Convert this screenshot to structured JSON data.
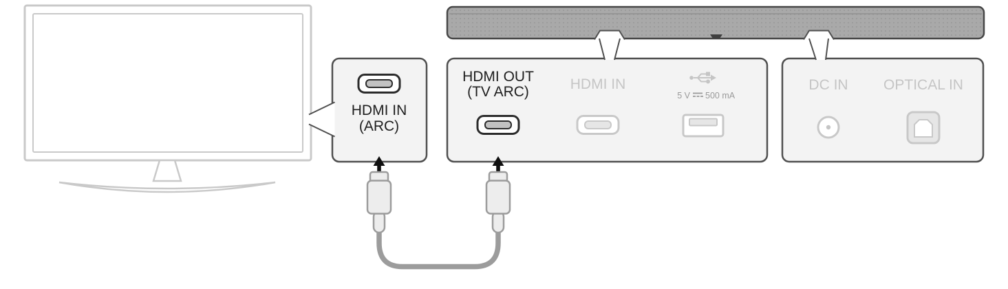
{
  "labels": {
    "tv_port": {
      "line1": "HDMI IN",
      "line2": "(ARC)"
    },
    "hdmi_out": {
      "line1": "HDMI OUT",
      "line2": "(TV ARC)"
    },
    "hdmi_in": "HDMI IN",
    "usb": {
      "voltage": "5 V",
      "current": "500 mA",
      "symbol": "direct-current"
    },
    "dc_in": "DC IN",
    "optical_in": "OPTICAL IN"
  },
  "icons": {
    "usb": "usb-trident-icon",
    "dc_symbol": "dc-voltage-icon",
    "arrow": "up-arrow-icon",
    "hdmi_port": "hdmi-port-icon",
    "usb_port": "usb-port-icon",
    "dc_port": "dc-barrel-port-icon",
    "optical_port": "optical-toslink-port-icon"
  },
  "colors": {
    "active": "#1e1e1e",
    "inactive": "#c5c5c5",
    "panel_fill": "#f3f3f3",
    "panel_border": "#4f4f4f",
    "tv_outline": "#c9c9c9",
    "soundbar_fill": "#a9a9a9",
    "soundbar_border": "#474747",
    "soundbar_dot": "#8c8c8c",
    "cable": "#9c9c9c",
    "plug_fill": "#ededed",
    "plug_border": "#9c9c9c",
    "arrow": "#101010",
    "port_active": "#2b2b2b",
    "port_active_inner": "#c2c2c2",
    "port_inactive": "#c8c8c8",
    "port_inactive_inner": "#e6e6e6",
    "usb_text": "#9a9a9a",
    "background": "#ffffff"
  }
}
